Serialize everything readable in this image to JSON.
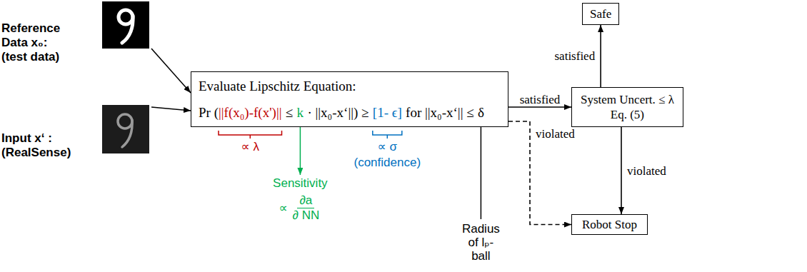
{
  "diagram": {
    "nodes": [
      {
        "text": [
          "Reference Data x₀: (test data)"
        ]
      },
      {
        "text": [
          "Input x‘ : (RealSense)"
        ]
      },
      {
        "text": [
          "Evaluate Lipschitz Equation:",
          "Pr (",
          "||f(x₀)-f(x')||",
          "≤",
          "k",
          "· ||x₀-x‘||) ≥",
          "[1- ϵ]",
          "for ||x₀-x‘|| ≤",
          "δ"
        ]
      },
      {
        "text": [
          "Safe"
        ]
      },
      {
        "text": [
          "System Uncert. ≤ λ",
          "Eq. (5)"
        ]
      },
      {
        "text": [
          "Robot Stop"
        ]
      }
    ],
    "edges": [
      {
        "from": 0,
        "to": 2,
        "arrow": "to"
      },
      {
        "from": 1,
        "to": 2,
        "arrow": "to"
      },
      {
        "from": 2,
        "to": 4,
        "label": "satisfied",
        "arrow": "to"
      },
      {
        "from": 2,
        "to": 5,
        "label": "violated",
        "arrow": "to"
      },
      {
        "from": 4,
        "to": 3,
        "label": "satisfied",
        "arrow": "to"
      },
      {
        "from": 4,
        "to": 5,
        "label": "violated",
        "arrow": "to"
      }
    ],
    "labels": [
      "∝ λ",
      "Sensitivity",
      "∝",
      "∂a",
      "∂ NN",
      "∝ σ",
      "(confidence)",
      "Radius of lₚ-ball"
    ]
  }
}
